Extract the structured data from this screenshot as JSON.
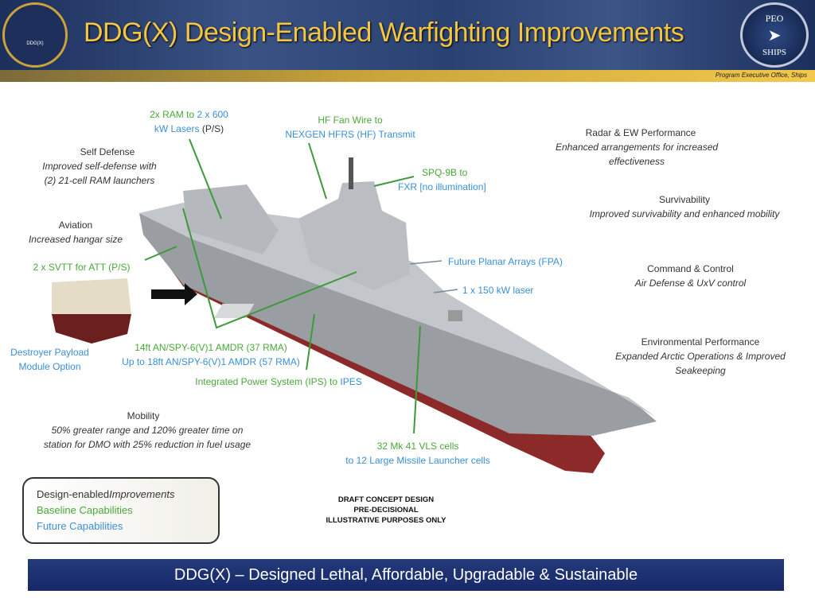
{
  "header": {
    "title": "DDG(X) Design-Enabled Warfighting Improvements",
    "subtitle": "Program Executive Office, Ships",
    "logo_left_text": "DDG(X)",
    "logo_right_top": "PEO",
    "logo_right_bottom": "SHIPS"
  },
  "left": {
    "self_defense_title": "Self Defense",
    "self_defense_desc": [
      "Improved self-defense with",
      "(2) 21-cell RAM launchers"
    ],
    "aviation_title": "Aviation",
    "aviation_desc": "Increased hangar size",
    "svtt": "2 x SVTT for ATT (P/S)",
    "payload_module": [
      "Destroyer Payload",
      "Module Option"
    ],
    "mobility_title": "Mobility",
    "mobility_desc": [
      "50% greater range and 120% greater time on",
      "station for DMO with 25% reduction in fuel usage"
    ]
  },
  "callouts": {
    "ram_baseline": "2x RAM to",
    "ram_future": "2 x 600",
    "ram_future2": "kW Lasers",
    "ram_ps": "(P/S)",
    "hf_baseline": "HF Fan Wire to",
    "hf_future": "NEXGEN HFRS (HF) Transmit",
    "spq_baseline": "SPQ-9B to",
    "spq_future": "FXR [no illumination]",
    "fpa": "Future Planar Arrays (FPA)",
    "laser": "1 x 150 kW laser",
    "amdr_baseline": "14ft AN/SPY-6(V)1 AMDR (37 RMA)",
    "amdr_future": "Up to 18ft AN/SPY-6(V)1 AMDR (57 RMA)",
    "ips_baseline": "Integrated Power System (IPS) to",
    "ips_future": "IPES",
    "vls_baseline": "32 Mk 41 VLS cells",
    "vls_future": "to 12 Large Missile Launcher cells"
  },
  "right": {
    "radar_title": "Radar & EW Performance",
    "radar_desc": [
      "Enhanced arrangements for increased",
      "effectiveness"
    ],
    "surv_title": "Survivability",
    "surv_desc": "Improved survivability and enhanced mobility",
    "c2_title": "Command & Control",
    "c2_desc": "Air Defense & UxV control",
    "env_title": "Environmental Performance",
    "env_desc": [
      "Expanded Arctic Operations & Improved",
      "Seakeeping"
    ]
  },
  "legend": {
    "design_enabled": "Design-enabled",
    "improvements": "Improvements",
    "baseline": "Baseline Capabilities",
    "future": "Future Capabilities"
  },
  "draft_notice": [
    "DRAFT CONCEPT DESIGN",
    "PRE-DECISIONAL",
    "ILLUSTRATIVE PURPOSES ONLY"
  ],
  "banner": "DDG(X) – Designed Lethal, Affordable, Upgradable & Sustainable",
  "colors": {
    "baseline": "#4aa83a",
    "future": "#3a8fd8",
    "header_title": "#f4c542",
    "banner": "#1d3070"
  }
}
